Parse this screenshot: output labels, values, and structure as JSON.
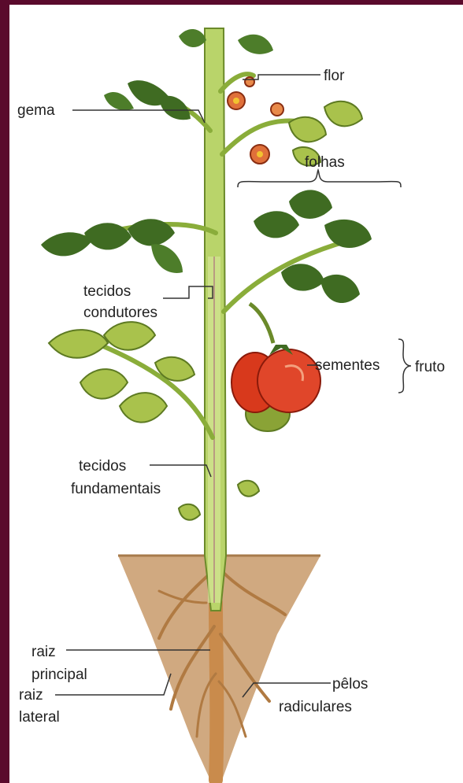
{
  "labels": {
    "flor": "flor",
    "gema": "gema",
    "folhas": "folhas",
    "tecidos_condutores_1": "tecidos",
    "tecidos_condutores_2": "condutores",
    "sementes": "sementes",
    "fruto": "fruto",
    "tecidos_fundamentais_1": "tecidos",
    "tecidos_fundamentais_2": "fundamentais",
    "raiz_principal_1": "raiz",
    "raiz_principal_2": "principal",
    "raiz_lateral_1": "raiz",
    "raiz_lateral_2": "lateral",
    "pelos_radiculares_1": "pêlos",
    "pelos_radiculares_2": "radiculares"
  },
  "colors": {
    "frame": "#5a0a2c",
    "soil": "#c89a6a",
    "stem": "#b9d46a",
    "leaf_dark": "#3f6b22",
    "leaf_light": "#a9c24c",
    "fruit": "#d8391c",
    "root": "#c98b4c"
  }
}
